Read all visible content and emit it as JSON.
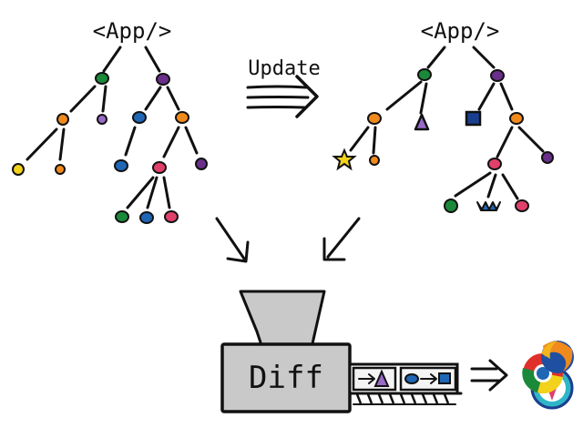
{
  "diagram": {
    "left_tree_label": "<App/>",
    "right_tree_label": "<App/>",
    "update_label": "Update",
    "machine_label": "Diff"
  },
  "colors": {
    "ink": "#111111",
    "machine_fill": "#c9c9c9",
    "green": "#1a8a3a",
    "purple": "#6a2f8a",
    "orange": "#f08a1c",
    "lavender": "#9a6ac8",
    "blue": "#1f67b5",
    "yellow": "#f3d21b",
    "pink": "#e0406a",
    "navy": "#1a3f8f",
    "cyan": "#2fb5c8"
  }
}
